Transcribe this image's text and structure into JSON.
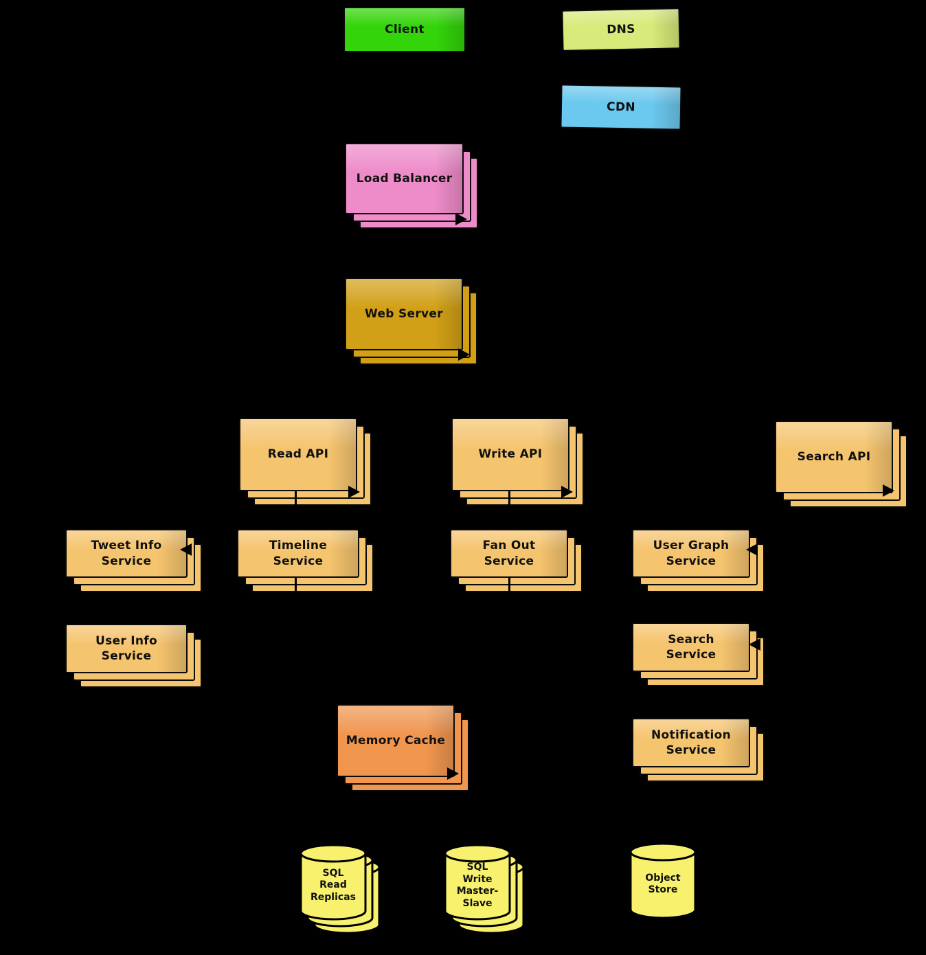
{
  "diagram": {
    "background_color": "#000000",
    "text_color": "#101010",
    "nodes": {
      "client": {
        "label": "Client",
        "color": "#33D40A",
        "shape": "box"
      },
      "dns": {
        "label": "DNS",
        "color": "#D8EA79",
        "shape": "box"
      },
      "cdn": {
        "label": "CDN",
        "color": "#6BC8EE",
        "shape": "box"
      },
      "load_balancer": {
        "label": "Load Balancer",
        "color": "#EE8BC9",
        "shape": "stacked-box"
      },
      "web_server": {
        "label": "Web Server",
        "color": "#D2A017",
        "shape": "stacked-box"
      },
      "read_api": {
        "label": "Read API",
        "color": "#F5C46E",
        "shape": "stacked-box"
      },
      "write_api": {
        "label": "Write API",
        "color": "#F5C46E",
        "shape": "stacked-box"
      },
      "search_api": {
        "label": "Search API",
        "color": "#F5C46E",
        "shape": "stacked-box"
      },
      "tweet_info_service": {
        "label": "Tweet Info\nService",
        "color": "#F5C46E",
        "shape": "stacked-box"
      },
      "timeline_service": {
        "label": "Timeline\nService",
        "color": "#F5C46E",
        "shape": "stacked-box"
      },
      "fan_out_service": {
        "label": "Fan Out\nService",
        "color": "#F5C46E",
        "shape": "stacked-box"
      },
      "user_graph_service": {
        "label": "User Graph\nService",
        "color": "#F5C46E",
        "shape": "stacked-box"
      },
      "user_info_service": {
        "label": "User Info\nService",
        "color": "#F5C46E",
        "shape": "stacked-box"
      },
      "search_service": {
        "label": "Search\nService",
        "color": "#F5C46E",
        "shape": "stacked-box"
      },
      "memory_cache": {
        "label": "Memory Cache",
        "color": "#F0964F",
        "shape": "stacked-box"
      },
      "notification_service": {
        "label": "Notification\nService",
        "color": "#F5C46E",
        "shape": "stacked-box"
      },
      "sql_read_replicas": {
        "label": "SQL\nRead\nReplicas",
        "color": "#F7F16E",
        "shape": "stacked-cylinder"
      },
      "sql_write_master_slave": {
        "label": "SQL\nWrite\nMaster-\nSlave",
        "color": "#F7F16E",
        "shape": "stacked-cylinder"
      },
      "object_store": {
        "label": "Object\nStore",
        "color": "#F7F16E",
        "shape": "cylinder"
      }
    }
  }
}
